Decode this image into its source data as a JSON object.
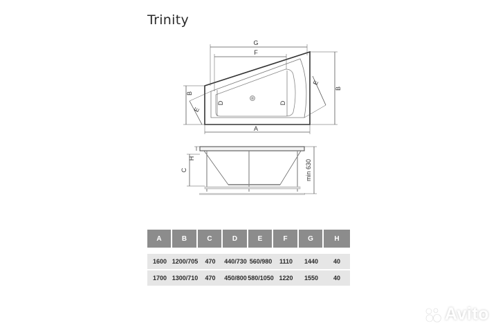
{
  "title": "Trinity",
  "top_view": {
    "labels": {
      "G": "G",
      "F": "F",
      "A": "A",
      "B_left": "B",
      "B_right": "B",
      "E_left": "E",
      "E_right": "E",
      "D_left": "D",
      "D_right": "D"
    }
  },
  "side_view": {
    "labels": {
      "C": "C",
      "H": "H",
      "min_height": "min 630"
    }
  },
  "table": {
    "headers": [
      "A",
      "B",
      "C",
      "D",
      "E",
      "F",
      "G",
      "H"
    ],
    "rows": [
      [
        "1600",
        "1200/705",
        "470",
        "440/730",
        "560/980",
        "1110",
        "1440",
        "40"
      ],
      [
        "1700",
        "1300/710",
        "470",
        "450/800",
        "580/1050",
        "1220",
        "1550",
        "40"
      ]
    ]
  },
  "colors": {
    "header_bg": "#8c8c8c",
    "row_bg": "#e6e6e6",
    "line": "#444444"
  },
  "watermark": {
    "text": "Avito"
  }
}
